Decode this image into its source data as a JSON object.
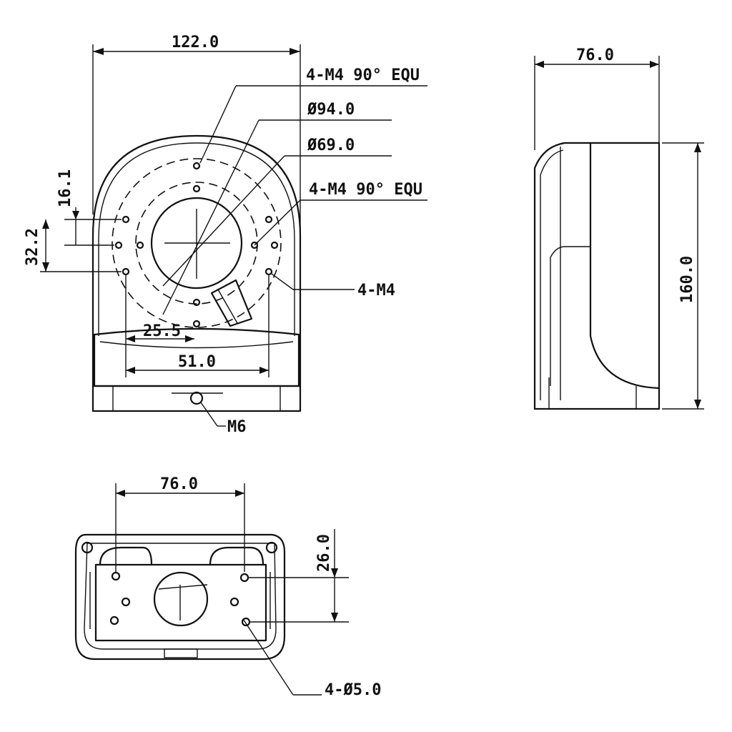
{
  "front_view": {
    "width_dim": "122.0",
    "callout_holes_outer": "4-M4 90° EQU",
    "callout_dia_outer": "Ø94.0",
    "callout_dia_inner": "Ø69.0",
    "callout_holes_inner": "4-M4 90° EQU",
    "callout_side_holes": "4-M4",
    "dim_vertical_small": "16.1",
    "dim_vertical_large": "32.2",
    "dim_half_width": "25.5",
    "dim_width_inner": "51.0",
    "callout_bottom_screw": "M6"
  },
  "side_view": {
    "depth_dim": "76.0",
    "height_dim": "160.0"
  },
  "bottom_view": {
    "width_dim": "76.0",
    "height_dim": "26.0",
    "callout_holes": "4-Ø5.0"
  }
}
